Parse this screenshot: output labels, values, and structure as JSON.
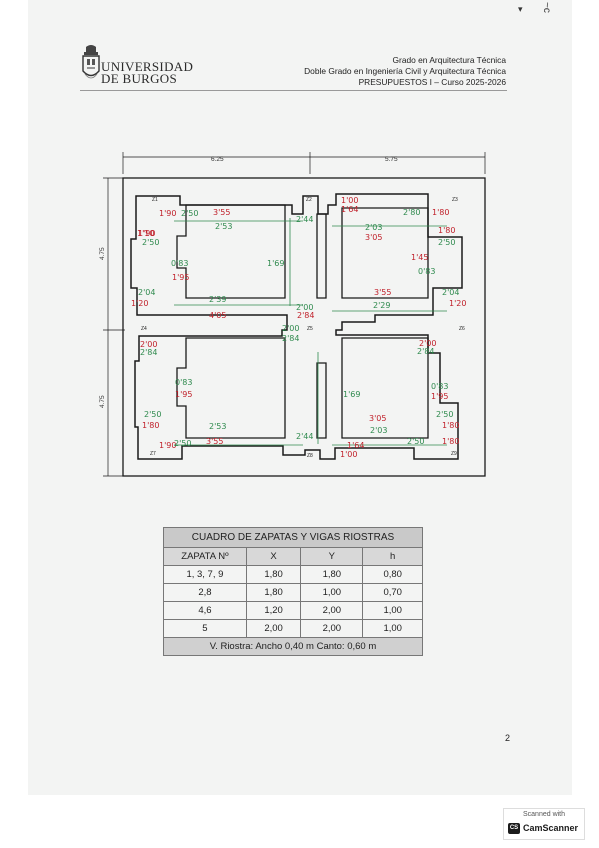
{
  "edge_marks": [
    "▾",
    "~c"
  ],
  "header": {
    "university_line1": "UNIVERSIDAD",
    "university_line2": "DE BURGOS",
    "line1": "Grado en Arquitectura Técnica",
    "line2": "Doble Grado en Ingeniería Civil y Arquitectura Técnica",
    "line3": "PRESUPUESTOS I – Curso 2025-2026"
  },
  "plan": {
    "dim_top_left": "6.25",
    "dim_top_right": "5.75",
    "dim_left_top": "4.75",
    "dim_left_bottom": "4.75",
    "zapata_labels": [
      "Z1",
      "Z2",
      "Z3",
      "Z4",
      "Z5",
      "Z6",
      "Z7",
      "Z8",
      "Z9"
    ],
    "annotations": [
      {
        "text": "1'00",
        "color": "red"
      },
      {
        "text": "1'64",
        "color": "red"
      },
      {
        "text": "2'80",
        "color": "green"
      },
      {
        "text": "1'80",
        "color": "red"
      },
      {
        "text": "1'90",
        "color": "red"
      },
      {
        "text": "2'50",
        "color": "green"
      },
      {
        "text": "3'55",
        "color": "red"
      },
      {
        "text": "2'53",
        "color": "green"
      },
      {
        "text": "1'90",
        "color": "red"
      },
      {
        "text": "2'44",
        "color": "green"
      },
      {
        "text": "1'10",
        "color": "red"
      },
      {
        "text": "2'50",
        "color": "green"
      },
      {
        "text": "2'03",
        "color": "green"
      },
      {
        "text": "3'05",
        "color": "red"
      },
      {
        "text": "1'80",
        "color": "red"
      },
      {
        "text": "2'50",
        "color": "green"
      },
      {
        "text": "0'83",
        "color": "green"
      },
      {
        "text": "1'95",
        "color": "red"
      },
      {
        "text": "1'69",
        "color": "green"
      },
      {
        "text": "1'45",
        "color": "red"
      },
      {
        "text": "0'83",
        "color": "green"
      },
      {
        "text": "2'04",
        "color": "green"
      },
      {
        "text": "1'20",
        "color": "red"
      },
      {
        "text": "2'39",
        "color": "green"
      },
      {
        "text": "4'05",
        "color": "red"
      },
      {
        "text": "2'00",
        "color": "green"
      },
      {
        "text": "2'84",
        "color": "red"
      },
      {
        "text": "3'55",
        "color": "red"
      },
      {
        "text": "2'29",
        "color": "green"
      },
      {
        "text": "2'04",
        "color": "green"
      },
      {
        "text": "1'20",
        "color": "red"
      },
      {
        "text": "2'00",
        "color": "green"
      },
      {
        "text": "2'84",
        "color": "green"
      },
      {
        "text": "2'00",
        "color": "red"
      },
      {
        "text": "2'84",
        "color": "green"
      },
      {
        "text": "2'00",
        "color": "red"
      },
      {
        "text": "2'84",
        "color": "green"
      },
      {
        "text": "0'83",
        "color": "green"
      },
      {
        "text": "1'95",
        "color": "red"
      },
      {
        "text": "1'69",
        "color": "green"
      },
      {
        "text": "0'83",
        "color": "green"
      },
      {
        "text": "1'95",
        "color": "red"
      },
      {
        "text": "2'50",
        "color": "green"
      },
      {
        "text": "1'80",
        "color": "red"
      },
      {
        "text": "3'05",
        "color": "red"
      },
      {
        "text": "2'03",
        "color": "green"
      },
      {
        "text": "2'50",
        "color": "green"
      },
      {
        "text": "1'80",
        "color": "red"
      },
      {
        "text": "2'53",
        "color": "green"
      },
      {
        "text": "1'90",
        "color": "red"
      },
      {
        "text": "2'50",
        "color": "green"
      },
      {
        "text": "3'55",
        "color": "red"
      },
      {
        "text": "2'44",
        "color": "green"
      },
      {
        "text": "1'64",
        "color": "red"
      },
      {
        "text": "1'00",
        "color": "red"
      },
      {
        "text": "2'50",
        "color": "green"
      },
      {
        "text": "1'80",
        "color": "red"
      }
    ]
  },
  "table": {
    "title": "CUADRO DE ZAPATAS Y VIGAS RIOSTRAS",
    "columns": [
      "ZAPATA Nº",
      "X",
      "Y",
      "h"
    ],
    "rows": [
      [
        "1, 3, 7, 9",
        "1,80",
        "1,80",
        "0,80"
      ],
      [
        "2,8",
        "1,80",
        "1,00",
        "0,70"
      ],
      [
        "4,6",
        "1,20",
        "2,00",
        "1,00"
      ],
      [
        "5",
        "2,00",
        "2,00",
        "1,00"
      ]
    ],
    "footer_label": "V. Riostra:",
    "footer_value": "Ancho 0,40 m Canto: 0,60 m"
  },
  "page_number": "2",
  "scanner": {
    "top": "Scanned with",
    "logo": "CS",
    "name": "CamScanner"
  },
  "colors": {
    "red_ink": "#c0202a",
    "green_ink": "#2f8a4e",
    "line": "#1a1a1a"
  }
}
